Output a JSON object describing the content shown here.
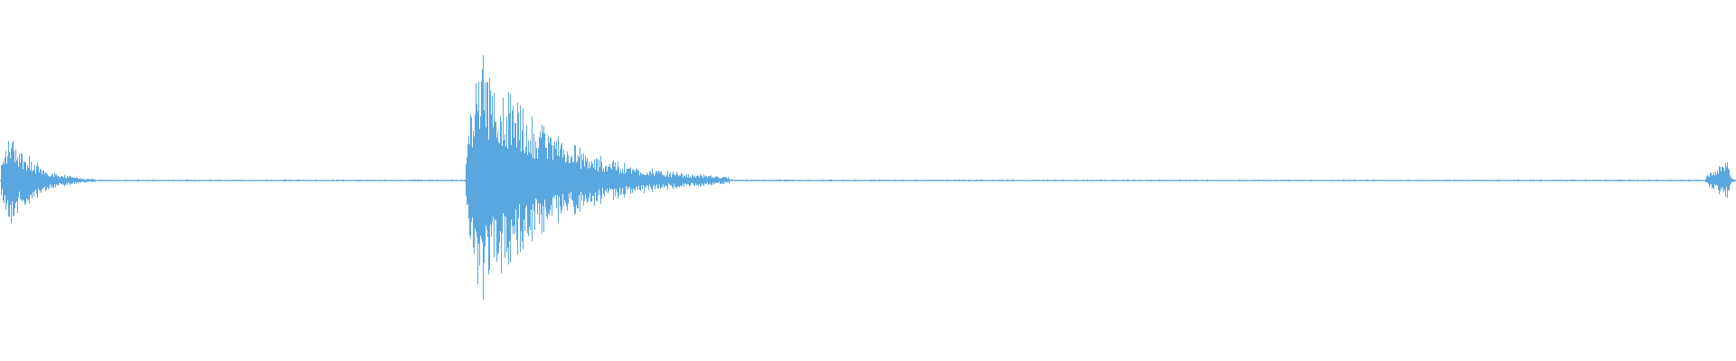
{
  "waveform": {
    "color": "#5aa7e0",
    "background": "#ffffff",
    "bursts": [
      {
        "start": 0.0,
        "peak": 0.006,
        "end": 0.055,
        "amplitude": 0.34
      },
      {
        "start": 0.268,
        "peak": 0.276,
        "end": 0.42,
        "amplitude": 0.86
      },
      {
        "start": 0.982,
        "peak": 0.995,
        "end": 1.0,
        "amplitude": 0.12
      }
    ]
  }
}
